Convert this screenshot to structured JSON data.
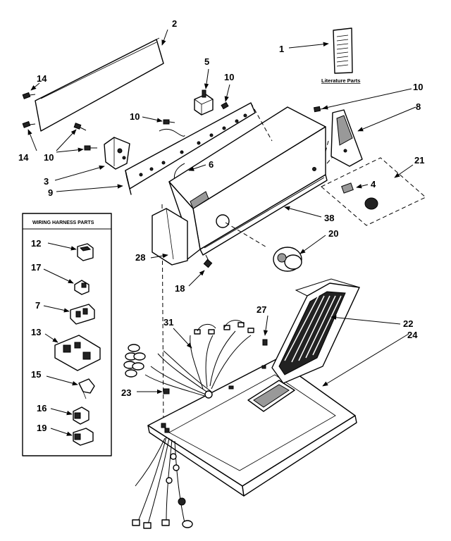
{
  "harness_box": {
    "title": "WIRING HARNESS PARTS"
  },
  "literature": {
    "label": "Literature Parts"
  },
  "callouts": {
    "c1": "1",
    "c2": "2",
    "c3": "3",
    "c4": "4",
    "c5": "5",
    "c6": "6",
    "c7": "7",
    "c8": "8",
    "c9": "9",
    "c10a": "10",
    "c10b": "10",
    "c10c": "10",
    "c10d": "10",
    "c12": "12",
    "c13": "13",
    "c14a": "14",
    "c14b": "14",
    "c15": "15",
    "c16": "16",
    "c17": "17",
    "c18": "18",
    "c19": "19",
    "c20": "20",
    "c21": "21",
    "c22": "22",
    "c23": "23",
    "c24": "24",
    "c27": "27",
    "c28": "28",
    "c31": "31",
    "c38": "38"
  }
}
